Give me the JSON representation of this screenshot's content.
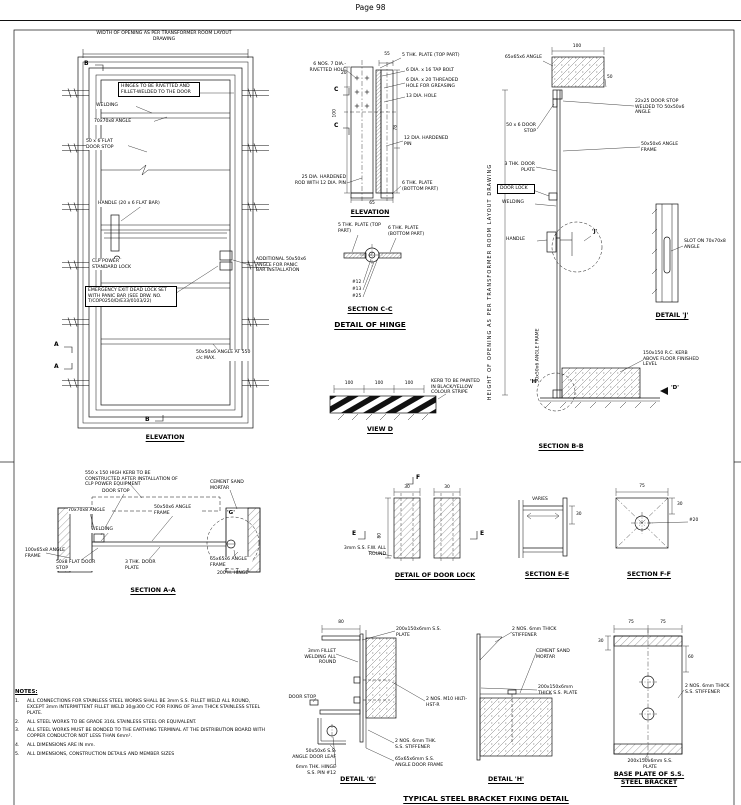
{
  "page": {
    "header": "Page 98"
  },
  "door_elevation": {
    "title": "ELEVATION",
    "width_note": "WIDTH OF OPENING AS PER TRANSFORMER ROOM LAYOUT DRAWING",
    "hinges_note": "HINGES TO BE RIVETTED AND FILLET-WELDED TO THE DOOR",
    "welding": "WELDING",
    "angle_70": "70x70x8 ANGLE",
    "flat_door_stop": "50 x 6 FLAT DOOR STOP",
    "handle": "HANDLE (20 x 6 FLAT BAR)",
    "clp_lock": "CLP POWER STANDARD LOCK",
    "additional_angle": "ADDITIONAL 50x50x6 ANGLE FOR PANIC BAR INSTALLATION",
    "emergency_exit": "EMERGENCY EXIT DEAD LOCK SET WITH PANIC BAR (SEE DRW. NO. T/COP0250/D/E33/0103/22)",
    "angle_spacing": "50x50x6 ANGLE AT 550 c/c MAX.",
    "marker_a": "A",
    "marker_b": "B"
  },
  "hinge_elevation": {
    "title": "ELEVATION",
    "rivetted_hole": "6 NOS. 7 DIA.-RIVETTED HOLE",
    "plate_top": "5 THK. PLATE (TOP PART)",
    "tap_bolt": "6 DIA. x 16 TAP BOLT",
    "threaded_hole": "6 DIA. x 20 THREADED HOLE FOR GREASING",
    "hole_13": "13 DIA. HOLE",
    "hardened_pin": "12 DIA. HARDENED PIN",
    "hardened_rod": "25 DIA. HARDENED ROD WITH 12 DIA. PIN",
    "plate_bottom": "6 THK. PLATE (BOTTOM PART)",
    "marker_c": "C",
    "dim_55": "55",
    "dim_20": "20",
    "dim_100": "100",
    "dim_78": "78",
    "dim_65": "65"
  },
  "hinge_section": {
    "title": "SECTION C-C",
    "detail_title": "DETAIL OF HINGE",
    "plate_top": "5 THK. PLATE (TOP PART)",
    "plate_bottom": "6 THK. PLATE (BOTTOM PART)",
    "dia_12": "#12",
    "dia_13": "#13",
    "dia_25": "#25"
  },
  "view_d": {
    "title": "VIEW D",
    "kerb_note": "KERB TO BE PAINTED IN BLACK/YELLOW COLOUR STRIPE",
    "dim_100": "100"
  },
  "section_bb": {
    "title": "SECTION B-B",
    "angle_65": "65x65x6 ANGLE",
    "dim_100": "100",
    "dim_50": "50",
    "door_stop_weld": "22x25 DOOR STOP WELDED TO 50x50x6 ANGLE",
    "door_stop": "50 x 6 DOOR STOP",
    "angle_frame": "50x50x6 ANGLE FRAME",
    "door_plate": "3 THK. DOOR PLATE",
    "door_lock": "DOOR LOCK",
    "welding": "WELDING",
    "handle": "HANDLE",
    "ref_j": "'J'",
    "height_note": "HEIGHT OF OPENING AS PER TRANSFORMER ROOM LAYOUT DRAWING",
    "ref_h": "'H'",
    "kerb_note": "150x150 R.C. KERB ABOVE FLOOR FINISHED LEVEL",
    "ref_d": "'D'"
  },
  "detail_j": {
    "title": "DETAIL 'J'",
    "slot_note": "SLOT ON 70x70x8 ANGLE"
  },
  "section_aa": {
    "title": "SECTION A-A",
    "kerb_note": "550 x 150 HIGH KERB TO BE CONSTRUCTED AFTER INSTALLATION OF CLP POWER EQUIPMENT",
    "door_stop": "DOOR STOP",
    "cement": "CEMENT SAND MORTAR",
    "ref_g": "'G'",
    "angle_70": "70x70x8 ANGLE",
    "angle_frame": "50x50x6 ANGLE FRAME",
    "welding": "WELDING",
    "angle_100": "100x65x8 ANGLE FRAME",
    "flat_stop": "50x8 FLAT DOOR STOP",
    "door_plate": "3 THK. DOOR PLATE",
    "angle_65": "65x65x6 ANGLE FRAME",
    "hinge_200": "200 H. HINGE"
  },
  "door_lock_detail": {
    "title": "DETAIL OF DOOR LOCK",
    "weld_note": "3mm S.S. F.W. ALL ROUND",
    "marker_e": "E",
    "marker_f": "F",
    "dim_30": "30",
    "dim_80": "80"
  },
  "section_ee": {
    "title": "SECTION E-E",
    "varies": "VARIES",
    "dim_30": "30"
  },
  "section_ff": {
    "title": "SECTION F-F",
    "dim_75": "75",
    "dim_30": "30",
    "dia_20": "#20"
  },
  "detail_g": {
    "title": "DETAIL 'G'",
    "dim_80": "80",
    "ss_plate": "200x150x6mm S.S. PLATE",
    "fillet_weld": "3mm FILLET WELDING ALL ROUND",
    "door_stop": "DOOR STOP",
    "hilti": "2 NOS. M10 HILTI-HST-R",
    "stiffener": "2 NOS. 6mm THK. S.S. STIFFENER",
    "angle_frame": "65x65x6mm S.S. ANGLE DOOR FRAME",
    "angle_leaf": "50x50x6 S.S. ANGLE DOOR LEAF",
    "hinge_pin": "6mm THK. HINGE S.S. PIN #12"
  },
  "detail_h": {
    "title": "DETAIL 'H'",
    "stiffener": "2 NOS. 6mm THICK STIFFENER",
    "cement": "CEMENT SAND MORTAR",
    "ss_plate": "200x150x6mm THICK S.S. PLATE"
  },
  "base_plate": {
    "title": "BASE PLATE OF S.S. STEEL BRACKET",
    "dim_75": "75",
    "dim_30": "30",
    "dim_60": "60",
    "stiffener": "2 NOS. 6mm THICK S.S. STIFFENER",
    "ss_plate": "200x150x6mm S.S. PLATE"
  },
  "bracket_title": "TYPICAL STEEL BRACKET FIXING DETAIL",
  "notes": {
    "heading": "NOTES:",
    "items": [
      {
        "n": "1.",
        "text": "ALL CONNECTIONS FOR STAINLESS STEEL WORKS SHALL BE 3mm S.S. FILLET WELD ALL ROUND, EXCEPT 3mm INTERMITTENT FILLET WELD 30@300 C/C FOR FIXING OF 3mm THICK STAINLESS STEEL PLATE."
      },
      {
        "n": "2.",
        "text": "ALL STEEL WORKS TO BE GRADE 316L STAINLESS STEEL OR EQUIVALENT."
      },
      {
        "n": "3.",
        "text": "ALL STEEL WORKS MUST BE BONDED TO THE EARTHING TERMINAL AT THE DISTRIBUTION BOARD WITH COPPER CONDUCTOR NOT LESS THAN 6mm²."
      },
      {
        "n": "4.",
        "text": "ALL DIMENSIONS ARE IN mm."
      },
      {
        "n": "5.",
        "text": "ALL DIMENSIONS, CONSTRUCTION DETAILS AND MEMBER SIZES"
      }
    ]
  }
}
